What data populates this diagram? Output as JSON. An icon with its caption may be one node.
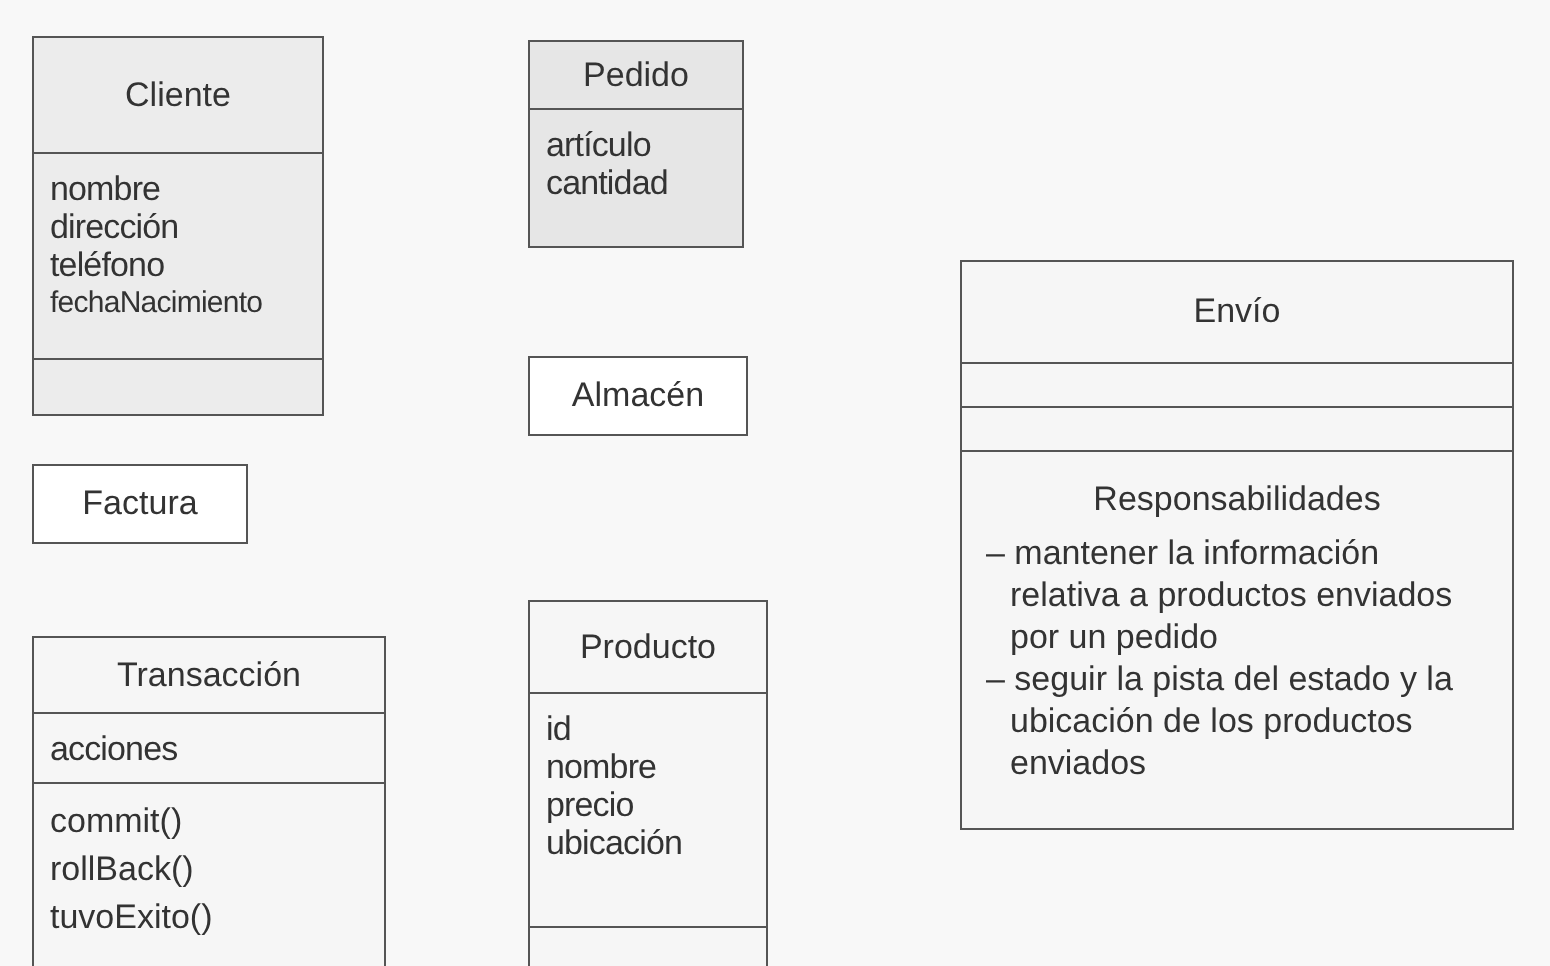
{
  "diagram": {
    "nodes": [
      {
        "text": [
          "Cliente",
          "nombre",
          "dirección",
          "teléfono",
          "fechaNacimiento"
        ]
      },
      {
        "text": [
          "Pedido",
          "artículo",
          "cantidad"
        ]
      },
      {
        "text": [
          "Almacén"
        ]
      },
      {
        "text": [
          "Factura"
        ]
      },
      {
        "text": [
          "Envío",
          "Responsabilidades",
          "– mantener la información relativa a productos enviados por un pedido",
          "– seguir la pista del estado y la ubicación de los productos enviados"
        ]
      },
      {
        "text": [
          "Transacción",
          "acciones",
          "commit()",
          "rollBack()",
          "tuvoExito()"
        ]
      },
      {
        "text": [
          "Producto",
          "id",
          "nombre",
          "precio",
          "ubicación"
        ]
      }
    ]
  }
}
